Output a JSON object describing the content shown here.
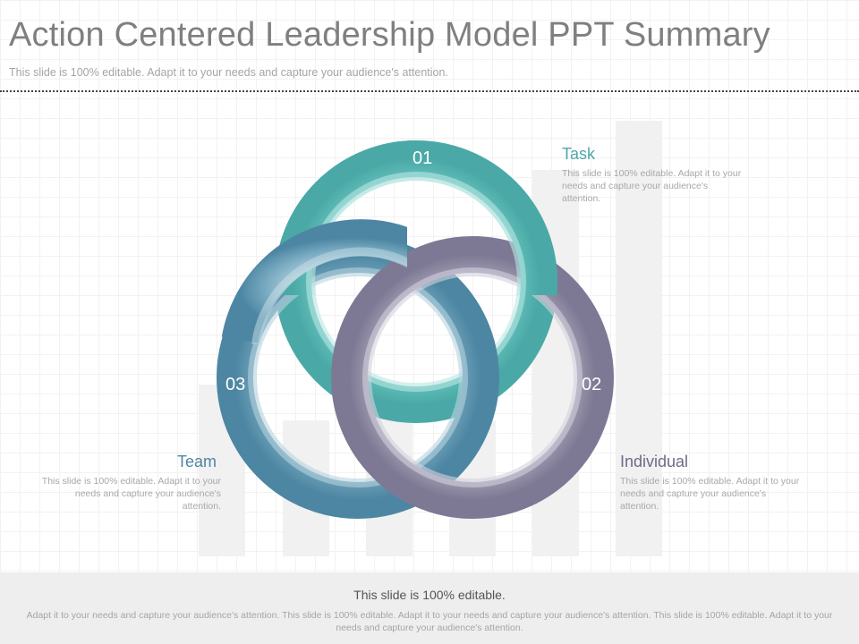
{
  "header": {
    "title": "Action Centered Leadership Model PPT Summary",
    "subtitle": "This slide is 100% editable. Adapt it to your needs and capture your audience's attention."
  },
  "rings": [
    {
      "number": "01",
      "title": "Task",
      "description": "This slide is 100% editable. Adapt it to your needs and capture your audience's attention.",
      "color": "#5bbdb9"
    },
    {
      "number": "02",
      "title": "Individual",
      "description": "This slide is 100% editable. Adapt it to your needs and capture your audience's attention.",
      "color": "#8d8aa3"
    },
    {
      "number": "03",
      "title": "Team",
      "description": "This slide is 100% editable. Adapt it to your needs and capture your audience's attention.",
      "color": "#5b92ad"
    }
  ],
  "footer": {
    "title": "This slide is 100% editable.",
    "text": "Adapt it to your needs and capture your audience's attention. This slide is 100% editable. Adapt it to your needs and capture your audience's attention. This slide is 100% editable. Adapt it to your needs and capture your audience's attention."
  }
}
